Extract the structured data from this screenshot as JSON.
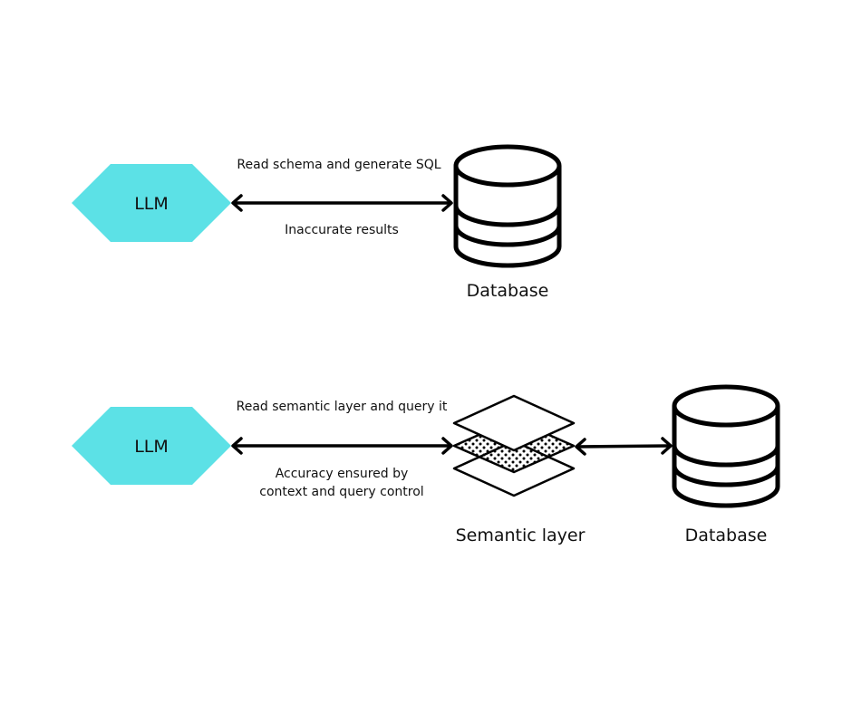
{
  "colors": {
    "llm_fill": "#5ce1e6",
    "stroke": "#000000",
    "background": "#ffffff"
  },
  "top_flow": {
    "llm_label": "LLM",
    "edge_label_top": "Read schema and generate SQL",
    "edge_label_bottom": "Inaccurate results",
    "database_label": "Database"
  },
  "bottom_flow": {
    "llm_label": "LLM",
    "edge_label_top": "Read semantic layer and query it",
    "edge_label_bottom_line1": "Accuracy ensured by",
    "edge_label_bottom_line2": "context and query control",
    "semantic_layer_label": "Semantic layer",
    "database_label": "Database"
  }
}
